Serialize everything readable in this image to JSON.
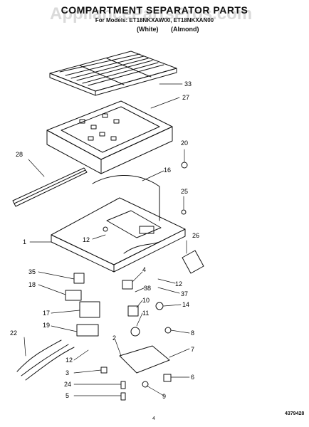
{
  "header": {
    "title": "COMPARTMENT SEPARATOR PARTS",
    "models": "For Models: ET18NKXAW00, ET18NKXAN00",
    "finishes": [
      "(White)",
      "(Almond)"
    ]
  },
  "watermark": "AppliancePartsPros.com",
  "callouts": [
    "33",
    "27",
    "28",
    "20",
    "16",
    "25",
    "1",
    "12",
    "26",
    "35",
    "4",
    "18",
    "38",
    "12",
    "37",
    "10",
    "14",
    "17",
    "11",
    "19",
    "8",
    "22",
    "2",
    "7",
    "12",
    "3",
    "6",
    "24",
    "5",
    "9"
  ],
  "figure_number": "4379428",
  "page_mark": "4",
  "colors": {
    "line": "#111111",
    "paper": "#ffffff"
  }
}
